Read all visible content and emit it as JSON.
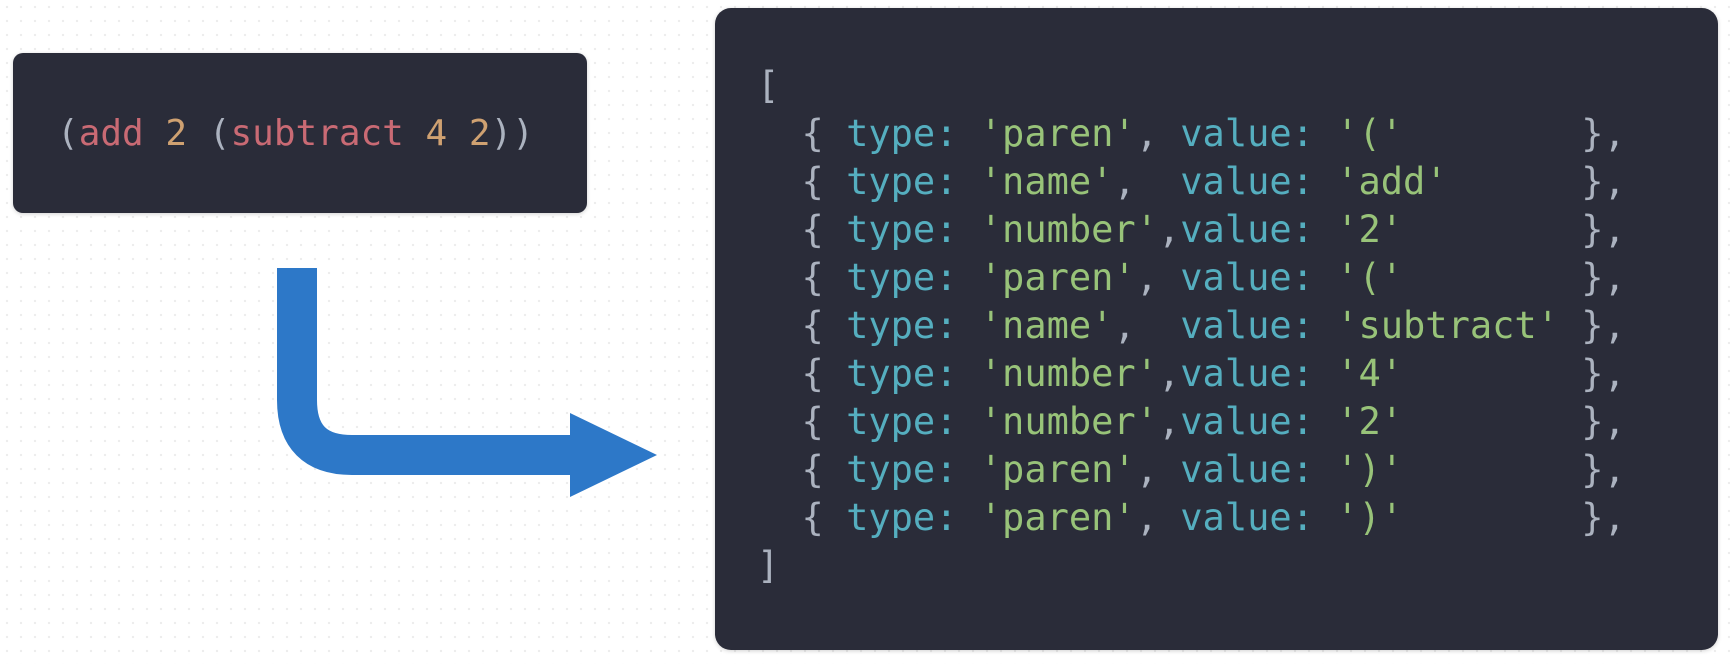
{
  "source_panel": {
    "code_text": "(add 2 (subtract 4 2))",
    "segments": [
      {
        "text": "(",
        "style": "punct"
      },
      {
        "text": "add",
        "style": "name"
      },
      {
        "text": " ",
        "style": "punct"
      },
      {
        "text": "2",
        "style": "number"
      },
      {
        "text": " ",
        "style": "punct"
      },
      {
        "text": "(",
        "style": "punct"
      },
      {
        "text": "subtract",
        "style": "name"
      },
      {
        "text": " ",
        "style": "punct"
      },
      {
        "text": "4",
        "style": "number"
      },
      {
        "text": " ",
        "style": "punct"
      },
      {
        "text": "2",
        "style": "number"
      },
      {
        "text": "))",
        "style": "punct"
      }
    ]
  },
  "tokens_panel": {
    "open_bracket": "[",
    "close_bracket": "]",
    "type_key": "type:",
    "value_key": "value:",
    "open_brace": "{",
    "close_brace": "},",
    "indent": "  ",
    "tokens": [
      {
        "type": "paren",
        "value": "("
      },
      {
        "type": "name",
        "value": "add"
      },
      {
        "type": "number",
        "value": "2"
      },
      {
        "type": "paren",
        "value": "("
      },
      {
        "type": "name",
        "value": "subtract"
      },
      {
        "type": "number",
        "value": "4"
      },
      {
        "type": "number",
        "value": "2"
      },
      {
        "type": "paren",
        "value": ")"
      },
      {
        "type": "paren",
        "value": ")"
      }
    ]
  },
  "arrow": {
    "direction": "down-then-right",
    "color": "#2d78c8"
  },
  "colors": {
    "panel_background": "#2a2c39",
    "punctuation": "#abb2bf",
    "key": "#55aebf",
    "string": "#98c379",
    "name": "#c96a74",
    "number": "#cfa171",
    "arrow": "#2d78c8",
    "page_background": "#ffffff"
  }
}
